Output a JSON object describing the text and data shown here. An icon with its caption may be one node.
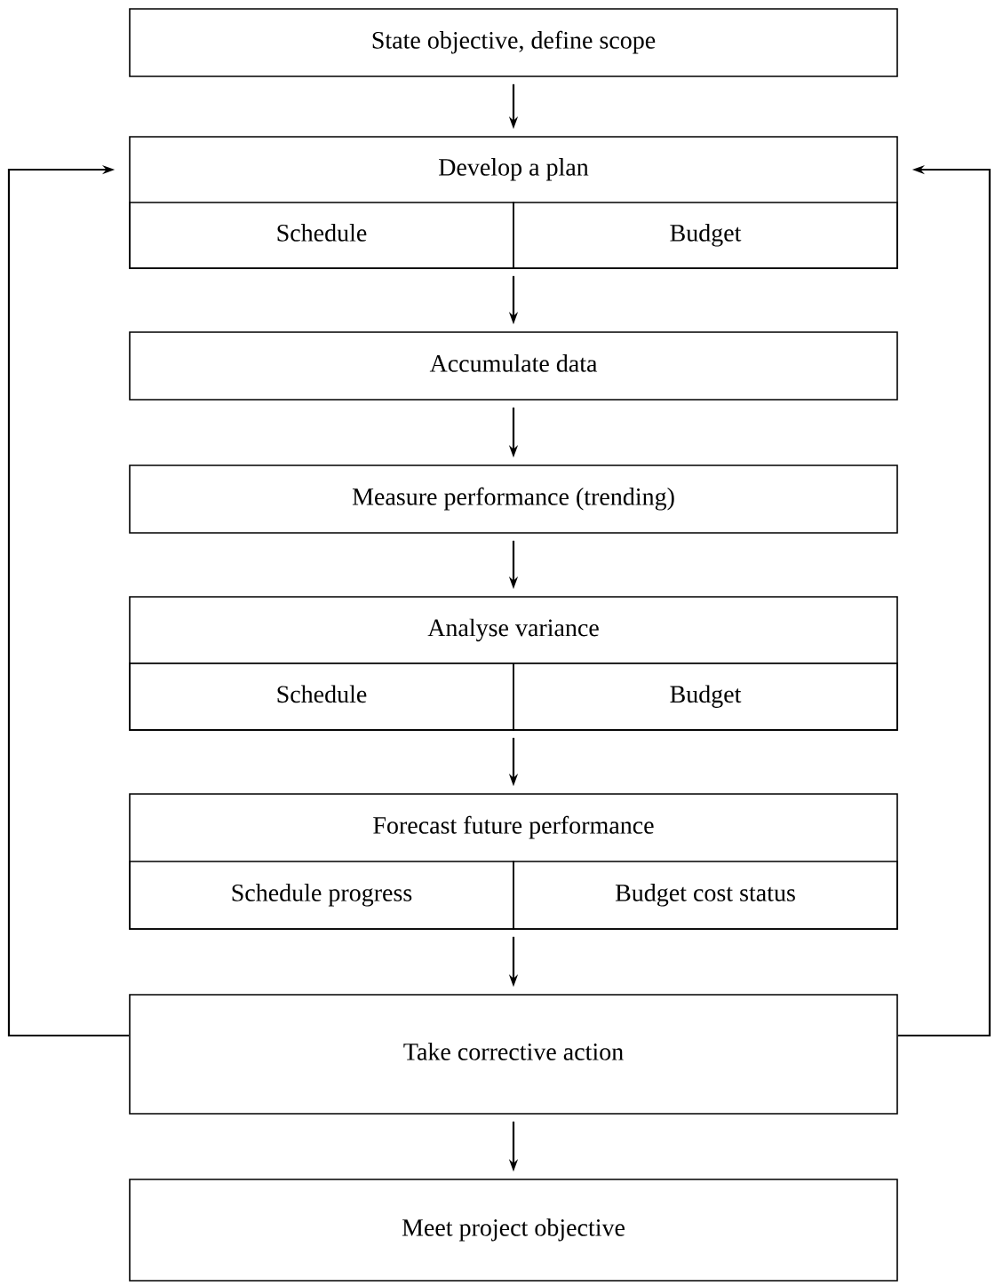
{
  "diagram": {
    "nodes": [
      {
        "text": [
          "State objective, define scope"
        ]
      },
      {
        "text": [
          "Develop a plan"
        ]
      },
      {
        "text": [
          "Schedule"
        ],
        "in": 1
      },
      {
        "text": [
          "Budget"
        ],
        "in": 1
      },
      {
        "text": [
          "Accumulate data"
        ]
      },
      {
        "text": [
          "Measure performance (trending)"
        ]
      },
      {
        "text": [
          "Analyse variance"
        ]
      },
      {
        "text": [
          "Schedule"
        ],
        "in": 6
      },
      {
        "text": [
          "Budget"
        ],
        "in": 6
      },
      {
        "text": [
          "Forecast future performance"
        ]
      },
      {
        "text": [
          "Schedule progress"
        ],
        "in": 9
      },
      {
        "text": [
          "Budget cost status"
        ],
        "in": 9
      },
      {
        "text": [
          "Take corrective action"
        ]
      },
      {
        "text": [
          "Meet project objective"
        ]
      }
    ],
    "edges": [
      {
        "from": 0,
        "to": 1,
        "arrow": "to"
      },
      {
        "from": 1,
        "to": 4,
        "arrow": "to"
      },
      {
        "from": 4,
        "to": 5,
        "arrow": "to"
      },
      {
        "from": 5,
        "to": 6,
        "arrow": "to"
      },
      {
        "from": 6,
        "to": 9,
        "arrow": "to"
      },
      {
        "from": 9,
        "to": 12,
        "arrow": "to"
      },
      {
        "from": 12,
        "to": 13,
        "arrow": "to"
      },
      {
        "from": 12,
        "to": 1,
        "arrow": "to"
      },
      {
        "from": 12,
        "to": 1,
        "arrow": "to"
      }
    ]
  }
}
